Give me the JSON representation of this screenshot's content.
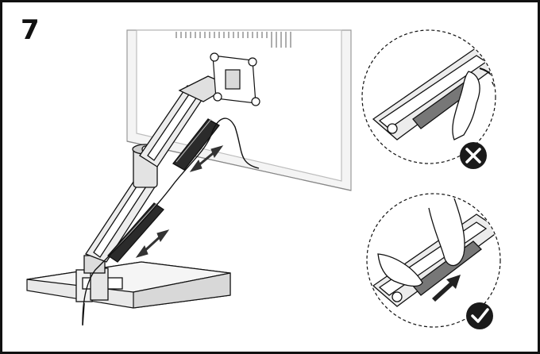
{
  "step": {
    "number": "7"
  },
  "panels": {
    "wrong": {
      "icon": "x-circle-icon",
      "meaning": "incorrect"
    },
    "right": {
      "icon": "check-circle-icon",
      "meaning": "correct"
    }
  },
  "colors": {
    "outline": "#111111",
    "light_gray": "#e6e6e6",
    "mid_gray": "#b5b5b5",
    "dark_cover": "#2b2b2b",
    "arrow": "#333333"
  }
}
